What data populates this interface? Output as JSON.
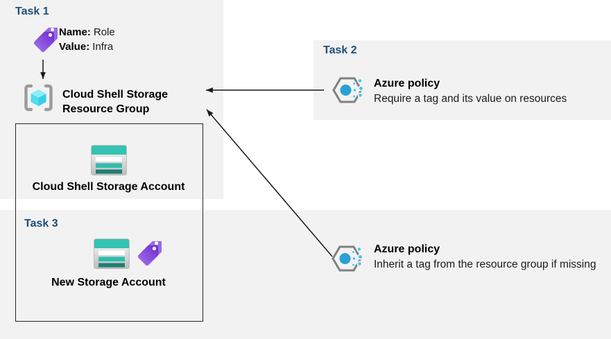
{
  "colors": {
    "region_bg": "#f2f2f2",
    "task_label_blue": "#1f4e79",
    "body_text": "#1a1a1a",
    "arrow": "#1a1a1a",
    "box_border": "#262626",
    "tag_purple_dark": "#6d28ce",
    "tag_purple_light": "#a677ec",
    "storage_teal": "#35c3b2",
    "storage_teal_mid": "#2fbdad",
    "storage_teal_dark": "#1f7e72",
    "policy_circle_blue": "#2aa0d5",
    "policy_dot_cyan": "#3cc7ef",
    "cube_top": "#8ceef8",
    "cube_left": "#53dbee",
    "cube_right": "#33d0e9",
    "bracket_gray": "#9b9b9b",
    "hexagon_gray": "#808080"
  },
  "task1": {
    "label": "Task 1",
    "tag_name_label": "Name:",
    "tag_name_value": "Role",
    "tag_value_label": "Value:",
    "tag_value_value": "Infra",
    "resource_group_line1": "Cloud Shell Storage",
    "resource_group_line2": "Resource Group"
  },
  "resource_box": {
    "storage_account_label": "Cloud Shell Storage Account"
  },
  "task3": {
    "label": "Task 3",
    "storage_account_label": "New Storage Account"
  },
  "task2": {
    "label": "Task 2",
    "policy_title": "Azure policy",
    "policy_description": "Require a tag and its value on resources"
  },
  "inherit_policy": {
    "policy_title": "Azure policy",
    "policy_description": "Inherit a tag from the resource group if missing"
  },
  "icons": {
    "tag": "tag-icon",
    "resource_group": "resource-group-icon",
    "storage_account": "storage-account-icon",
    "azure_policy": "azure-policy-icon"
  }
}
